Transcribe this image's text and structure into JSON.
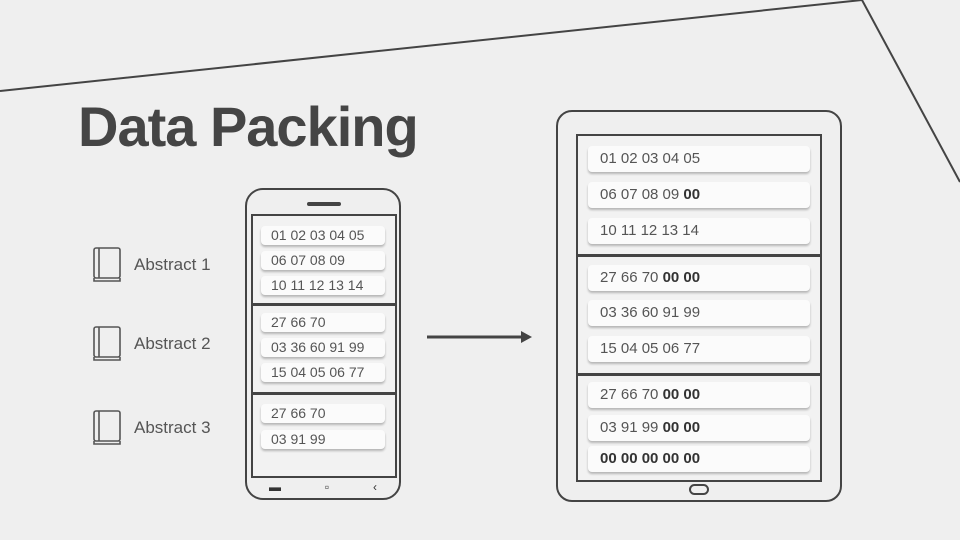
{
  "title": "Data Packing",
  "abstracts": [
    {
      "label": "Abstract 1"
    },
    {
      "label": "Abstract 2"
    },
    {
      "label": "Abstract 3"
    }
  ],
  "phone": {
    "groups": [
      [
        "01 02 03 04 05",
        "06 07 08 09",
        "10 11 12 13 14"
      ],
      [
        "27 66 70",
        "03 36 60 91 99",
        "15 04 05 06 77"
      ],
      [
        "27 66 70",
        "03 91 99"
      ]
    ],
    "nav_icons": [
      "recent-apps-icon",
      "home-icon",
      "back-icon"
    ]
  },
  "tablet": {
    "groups": [
      [
        {
          "text": "01 02 03 04 05",
          "bold": ""
        },
        {
          "text": "06 07 08 09",
          "bold": "00"
        },
        {
          "text": "10 11 12 13 14",
          "bold": ""
        }
      ],
      [
        {
          "text": "27 66 70",
          "bold": "00 00"
        },
        {
          "text": "03 36 60 91 99",
          "bold": ""
        },
        {
          "text": "15 04 05 06 77",
          "bold": ""
        }
      ],
      [
        {
          "text": "27 66 70",
          "bold": "00 00"
        },
        {
          "text": "03 91 99",
          "bold": "00 00"
        },
        {
          "text": "",
          "bold": "00 00 00 00 00"
        }
      ]
    ]
  },
  "colors": {
    "background": "#efefef",
    "stroke": "#444444",
    "pill": "#fbfbfb"
  }
}
